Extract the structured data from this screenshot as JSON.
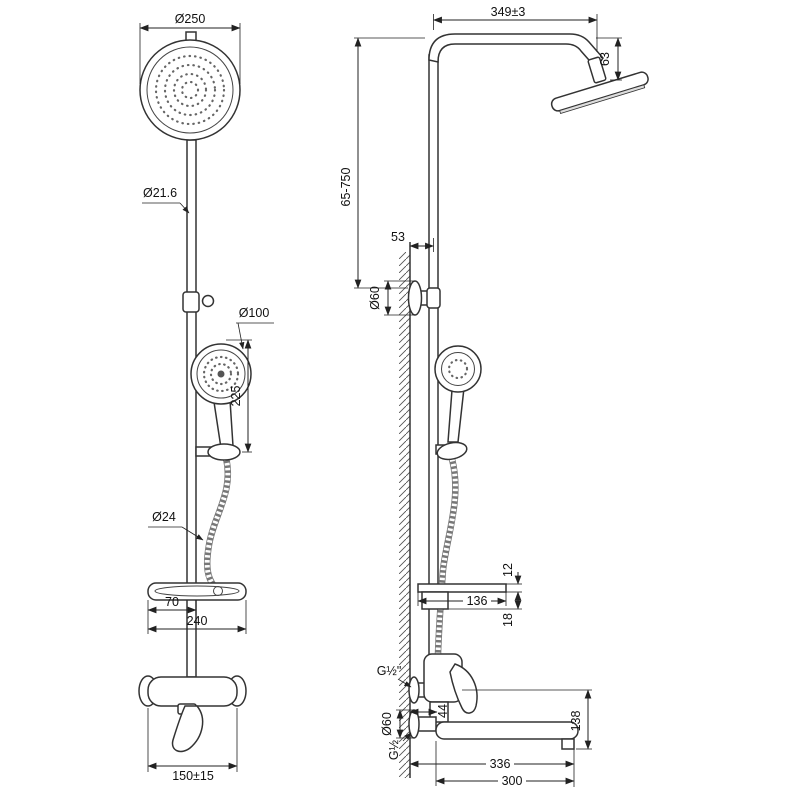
{
  "front": {
    "head_diameter": "Ø250",
    "pipe_diameter": "Ø21.6",
    "handshower_diameter": "Ø100",
    "handshower_length": "225",
    "hose_diameter": "Ø24",
    "shelf_front_depth": "70",
    "shelf_width": "240",
    "connection_centers": "150±15"
  },
  "side": {
    "arm_length": "349±3",
    "head_drop": "63",
    "height_range": "65-750",
    "wall_to_pipe": "53",
    "bracket_escutcheon": "Ø60",
    "shelf_thickness": "12",
    "shelf_depth": "136",
    "shelf_boss_drop": "18",
    "inlet_thread": "G½\"",
    "wall_to_outlet": "44",
    "outlet_escutcheon": "Ø60",
    "outlet_thread": "G½",
    "wall_to_spout_end": "336",
    "spout_length": "300",
    "spout_drop": "138"
  }
}
